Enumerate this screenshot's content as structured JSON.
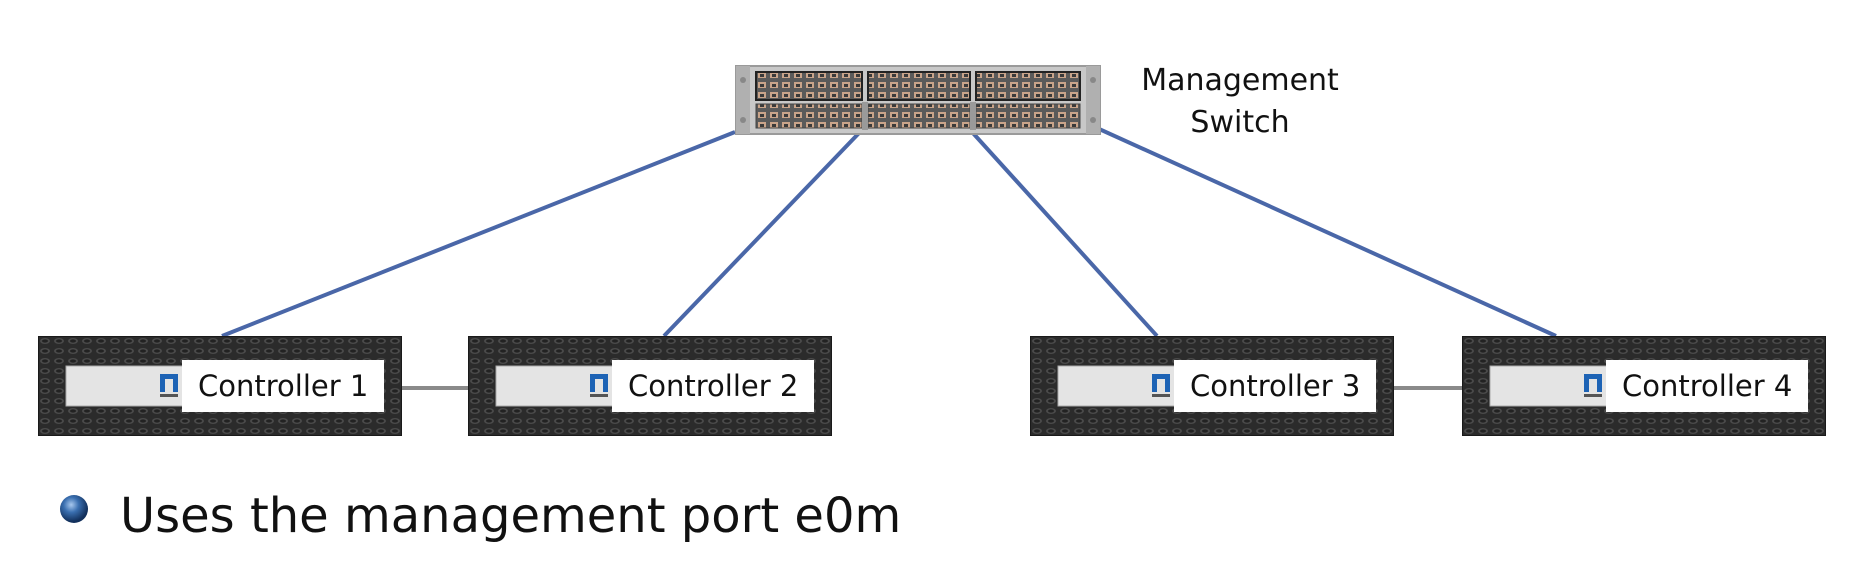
{
  "switch": {
    "label_line1": "Management",
    "label_line2": "Switch"
  },
  "controllers": [
    {
      "label": "Controller 1"
    },
    {
      "label": "Controller 2"
    },
    {
      "label": "Controller 3"
    },
    {
      "label": "Controller 4"
    }
  ],
  "bullet": {
    "text": "Uses the management port e0m"
  },
  "colors": {
    "link_line": "#4a67a8",
    "interconnect_line": "#8a8a8a",
    "chassis": "#2e2e2e",
    "bezel_plate": "#e4e4e4",
    "netapp_logo": "#1d63b5"
  }
}
